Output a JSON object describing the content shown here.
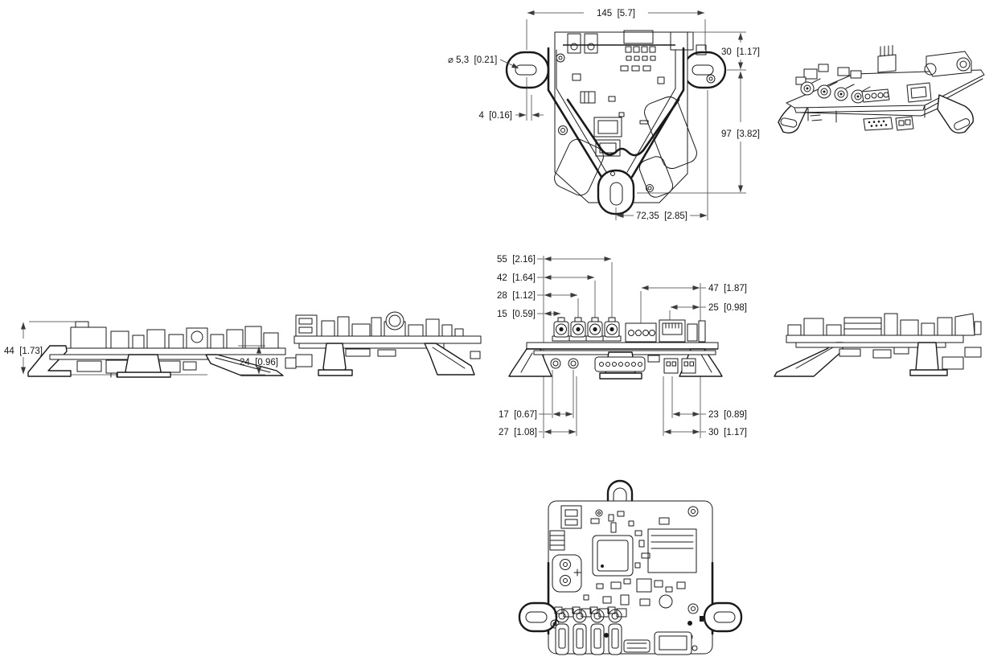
{
  "colors": {
    "background": "#ffffff",
    "drawing_lines": "#1a1a1a",
    "dimension_lines": "#3a3a3a",
    "text": "#141414"
  },
  "dimensions": {
    "top_view": {
      "overall_width": "145  [5.7]",
      "mount_hole_diameter": "⌀ 5,3  [0.21]",
      "slot_offset": "4  [0.16]",
      "top_edge_to_mount": "30  [1.17]",
      "mount_to_bottom_tab": "97  [3.82]",
      "bottom_tab_to_mount": "72,35  [2.85]"
    },
    "side_view": {
      "overall_height": "44  [1.73]",
      "bracket_height": "24  [0.96]"
    },
    "front_view": {
      "bnc1_offset": "15  [0.59]",
      "bnc2_offset": "28  [1.12]",
      "bnc3_offset": "42  [1.64]",
      "bnc4_offset": "55  [2.16]",
      "terminal_offset": "47  [1.87]",
      "rj45_offset": "25  [0.98]",
      "bottom_left_inner": "17  [0.67]",
      "bottom_left_outer": "27  [1.08]",
      "bottom_right_inner": "23  [0.89]",
      "bottom_right_outer": "30  [1.17]"
    }
  }
}
